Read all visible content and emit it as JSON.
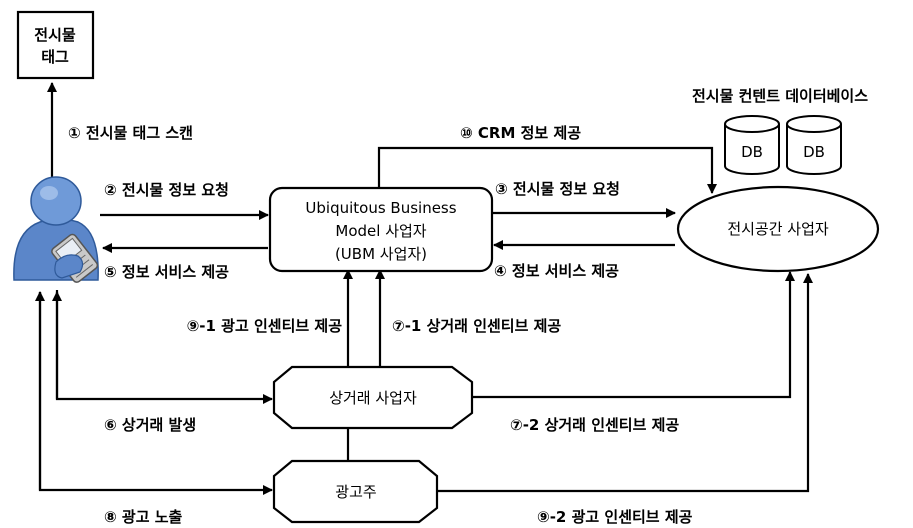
{
  "nodes": {
    "tag_line1": "전시물",
    "tag_line2": "태그",
    "ubm_line1": "Ubiquitous Business",
    "ubm_line2": "Model 사업자",
    "ubm_line3": "(UBM 사업자)",
    "exhibit_space": "전시공간 사업자",
    "content_db_title": "전시물 컨텐트 데이터베이스",
    "db1": "DB",
    "db2": "DB",
    "merchant": "상거래 사업자",
    "advertiser": "광고주"
  },
  "flows": {
    "f1": "① 전시물 태그 스캔",
    "f2": "② 전시물 정보 요청",
    "f3": "③ 전시물 정보 요청",
    "f4": "④ 정보 서비스 제공",
    "f5": "⑤ 정보 서비스 제공",
    "f6": "⑥ 상거래 발생",
    "f7_1": "⑦-1 상거래 인센티브 제공",
    "f7_2": "⑦-2 상거래 인센티브 제공",
    "f8": "⑧ 광고 노출",
    "f9_1": "⑨-1 광고 인센티브 제공",
    "f9_2": "⑨-2 광고 인센티브 제공",
    "f10": "⑩ CRM 정보 제공"
  },
  "colors": {
    "user_body": "#5b86c9",
    "user_head": "#6f9ad8",
    "phone": "#c9c9c9",
    "line": "#000000"
  },
  "icons": {
    "user": "user-with-mobile-phone-icon",
    "database": "database-cylinder-icon"
  }
}
